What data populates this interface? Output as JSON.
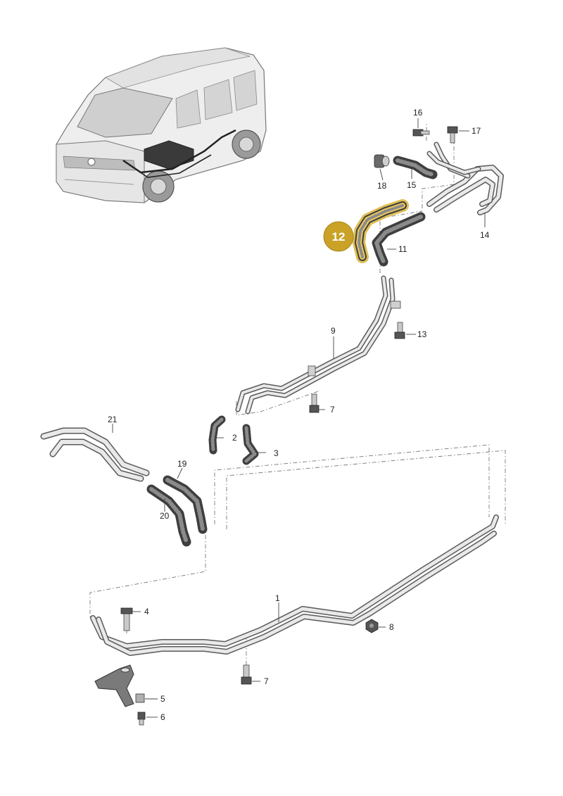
{
  "highlight": {
    "label": "12",
    "color": "#c9a227"
  },
  "callouts": [
    {
      "id": "1",
      "label": "1"
    },
    {
      "id": "2",
      "label": "2"
    },
    {
      "id": "3",
      "label": "3"
    },
    {
      "id": "4",
      "label": "4"
    },
    {
      "id": "5",
      "label": "5"
    },
    {
      "id": "6",
      "label": "6"
    },
    {
      "id": "7a",
      "label": "7"
    },
    {
      "id": "7b",
      "label": "7"
    },
    {
      "id": "8",
      "label": "8"
    },
    {
      "id": "9",
      "label": "9"
    },
    {
      "id": "11",
      "label": "11"
    },
    {
      "id": "13",
      "label": "13"
    },
    {
      "id": "14",
      "label": "14"
    },
    {
      "id": "15",
      "label": "15"
    },
    {
      "id": "16",
      "label": "16"
    },
    {
      "id": "17",
      "label": "17"
    },
    {
      "id": "18",
      "label": "18"
    },
    {
      "id": "19",
      "label": "19"
    },
    {
      "id": "20",
      "label": "20"
    },
    {
      "id": "21",
      "label": "21"
    }
  ],
  "icons": {
    "vehicle": "van-icon",
    "bolt": "bolt-icon",
    "nut": "nut-icon",
    "bracket": "bracket-icon"
  }
}
